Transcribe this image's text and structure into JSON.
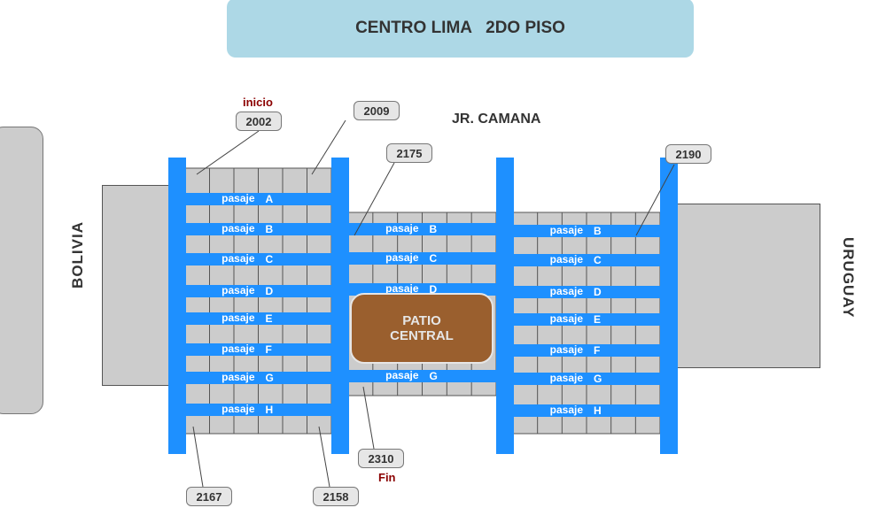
{
  "title": "CENTRO LIMA   2DO PISO",
  "streets": {
    "top": "JR. CAMANA",
    "left": "BOLIVIA",
    "right": "URUGUAY"
  },
  "patio": "PATIO\nCENTRAL",
  "notes": {
    "start": "inicio",
    "end": "Fin"
  },
  "aisle_word": "pasaje",
  "tags": [
    {
      "id": "t2002",
      "label": "2002"
    },
    {
      "id": "t2009",
      "label": "2009"
    },
    {
      "id": "t2175",
      "label": "2175"
    },
    {
      "id": "t2190",
      "label": "2190"
    },
    {
      "id": "t2310",
      "label": "2310"
    },
    {
      "id": "t2167",
      "label": "2167"
    },
    {
      "id": "t2158",
      "label": "2158"
    }
  ],
  "sections": [
    {
      "name": "left",
      "aisles": [
        "A",
        "B",
        "C",
        "D",
        "E",
        "F",
        "G",
        "H"
      ]
    },
    {
      "name": "middle",
      "aisles": [
        "B",
        "C",
        "D",
        "G"
      ]
    },
    {
      "name": "right",
      "aisles": [
        "B",
        "C",
        "D",
        "E",
        "F",
        "G",
        "H"
      ]
    }
  ],
  "colors": {
    "aisle": "#1e90ff",
    "stall": "#cccccc",
    "banner": "#add8e6",
    "patio": "#9a5f2e",
    "note": "#8b0000"
  }
}
